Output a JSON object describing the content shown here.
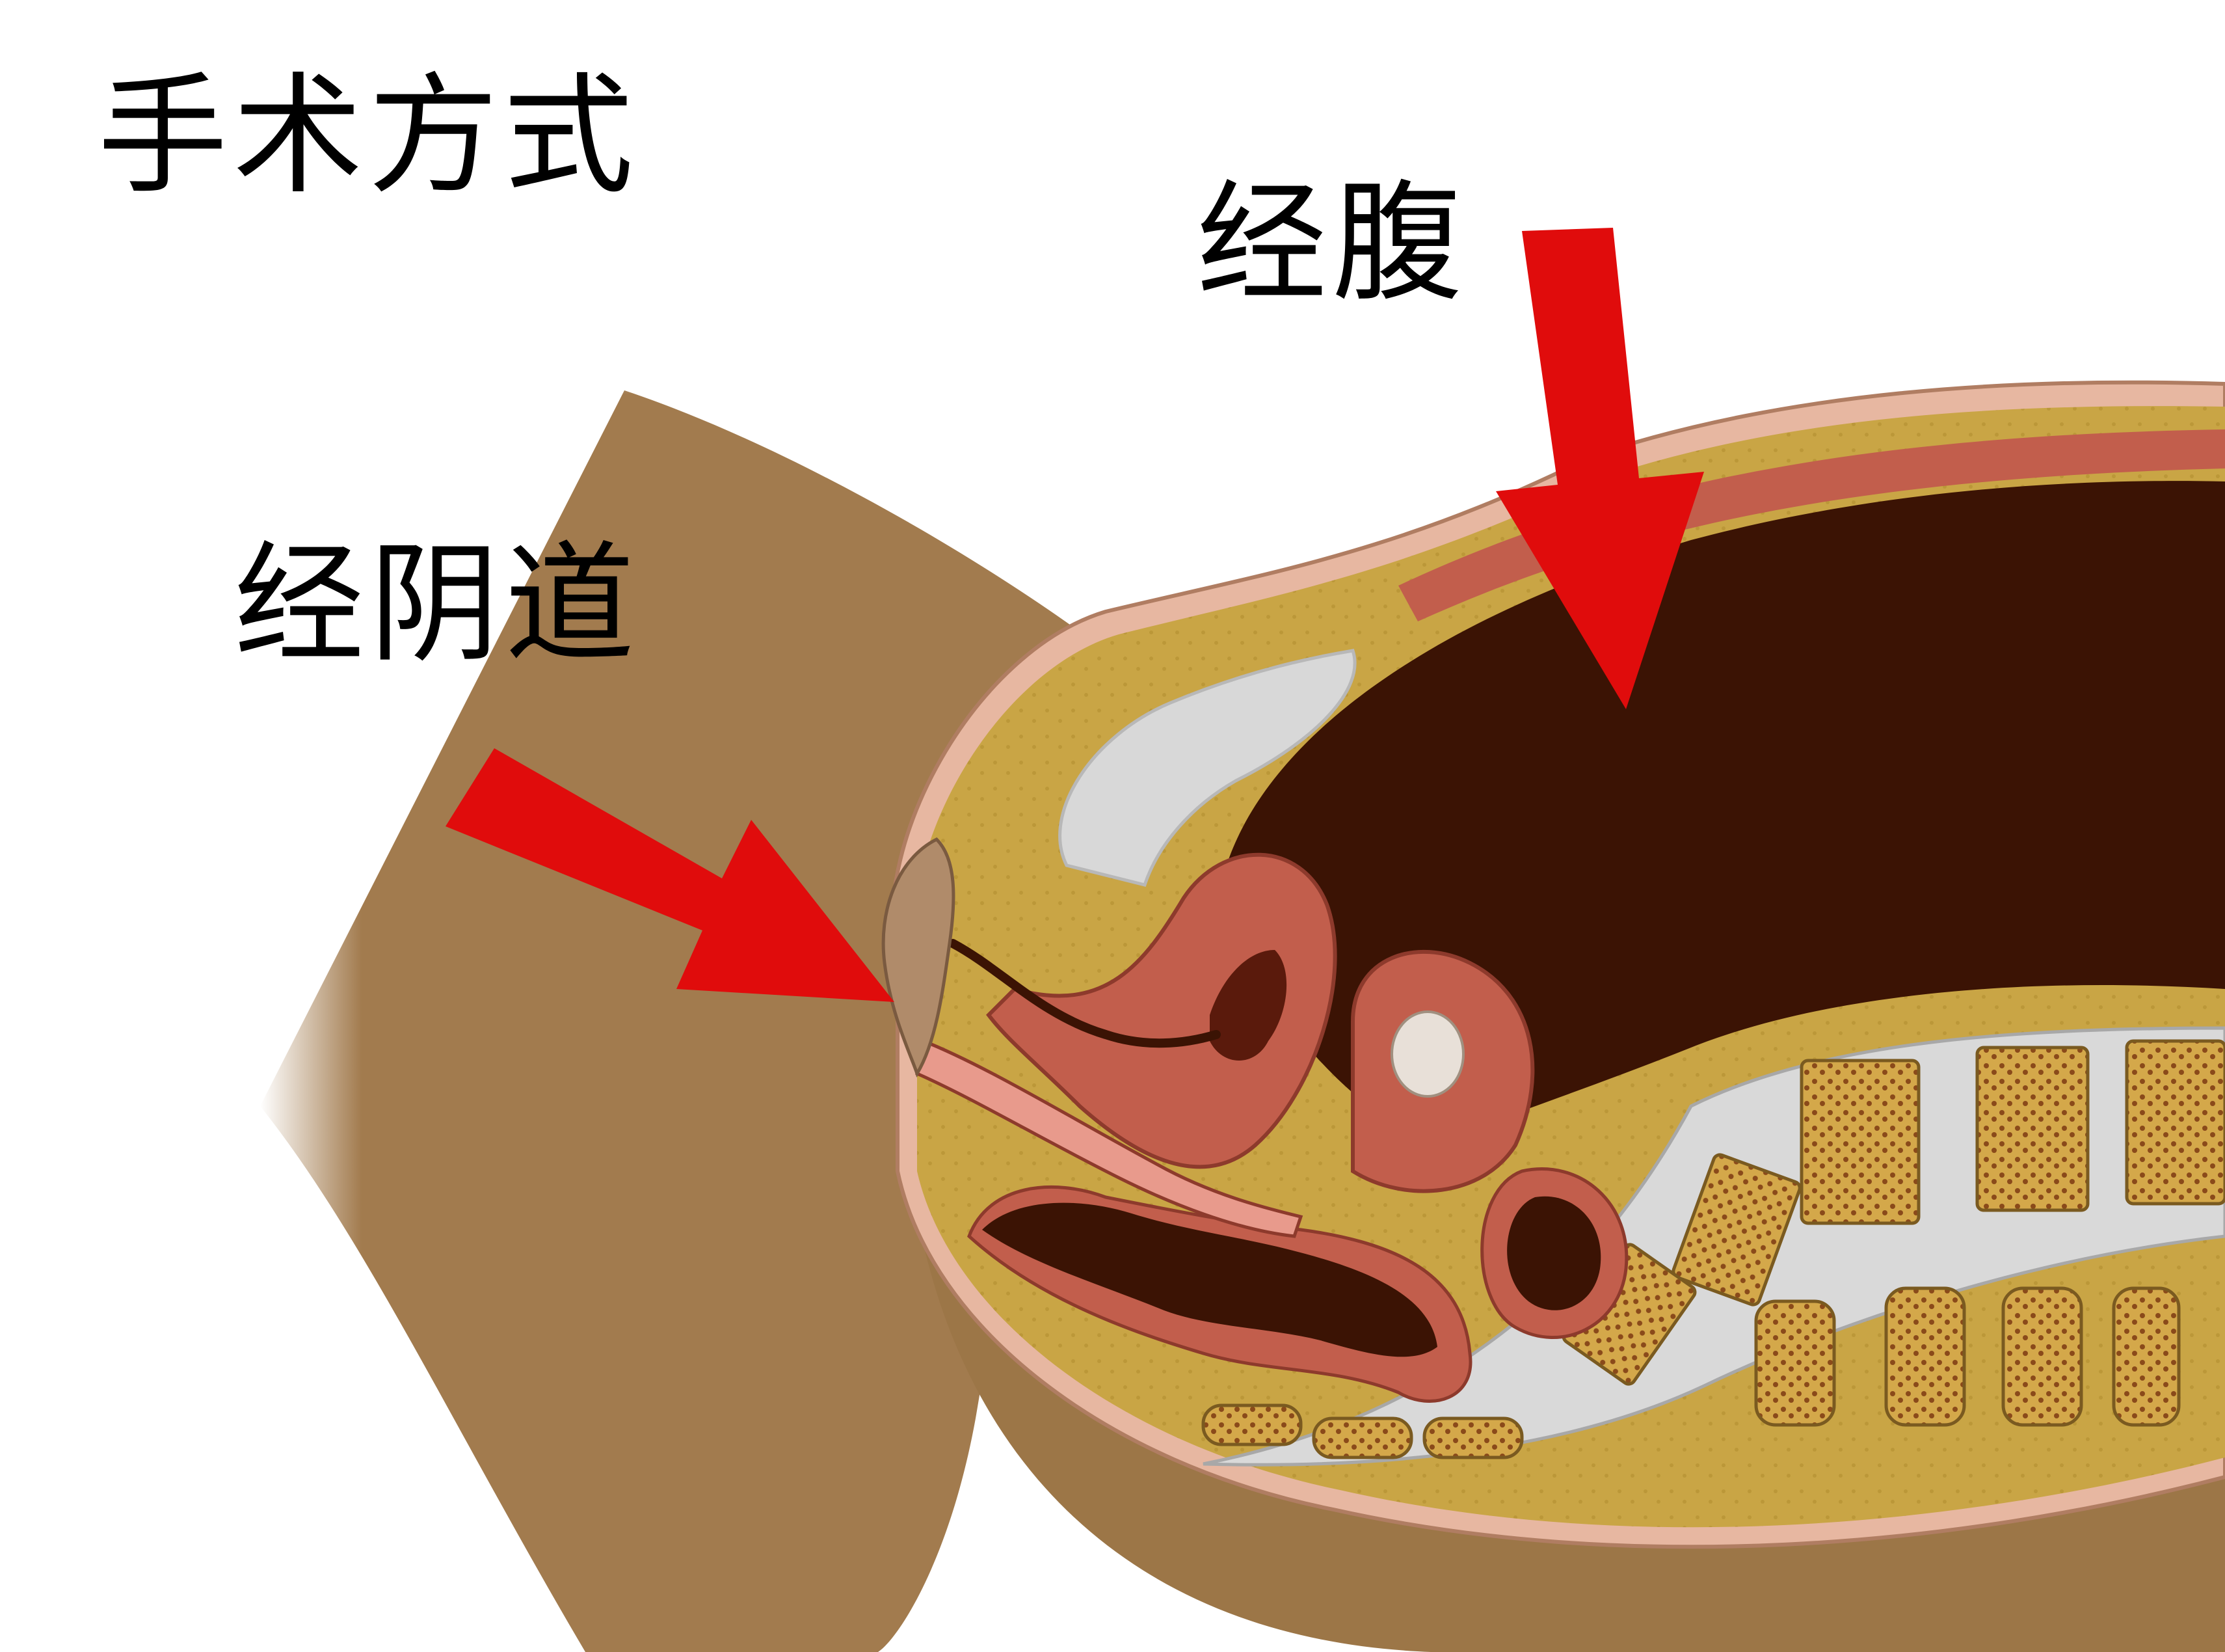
{
  "title": "手术方式",
  "labels": {
    "transabdominal": "经腹",
    "transvaginal": "经阴道"
  },
  "colors": {
    "arrow": "#e00c0c",
    "skin": "#a27b4e",
    "fat": "#c9a545",
    "muscle": "#c25e4c",
    "cavity": "#3b1304",
    "bone": "#d4a84a",
    "bladder": "#d8d8d8"
  },
  "icons": {
    "abdominal_arrow": "arrow-down-icon",
    "vaginal_arrow": "arrow-diagonal-icon"
  }
}
